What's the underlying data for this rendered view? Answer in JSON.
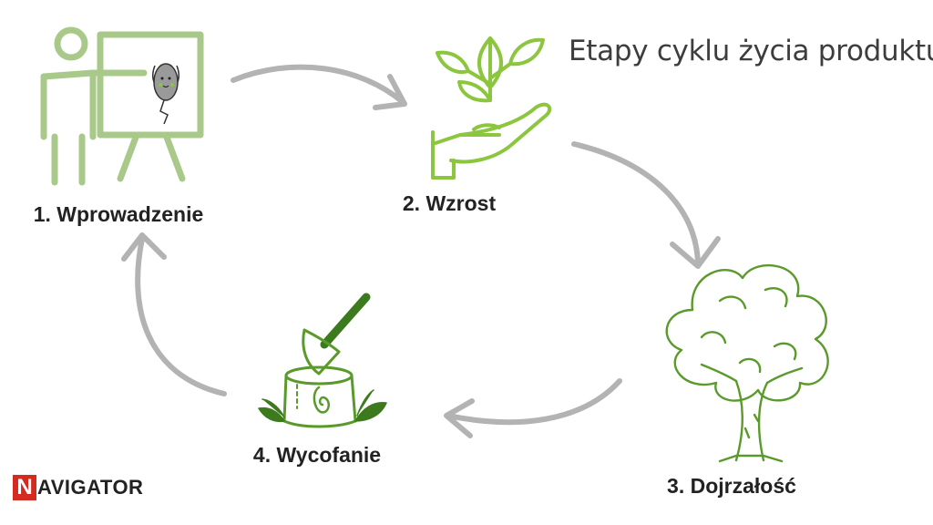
{
  "title": "Etapy cyklu życia produktu",
  "stages": [
    {
      "label": "1. Wprowadzenie",
      "icon": "presentation-board-icon"
    },
    {
      "label": "2. Wzrost",
      "icon": "hand-sprout-icon"
    },
    {
      "label": "3. Dojrzałość",
      "icon": "tree-icon"
    },
    {
      "label": "4. Wycofanie",
      "icon": "axe-stump-icon"
    }
  ],
  "logo": {
    "initial": "N",
    "rest": "AVIGATOR"
  },
  "colors": {
    "light_green": "#a9c98a",
    "green": "#8cc63f",
    "dark_green": "#3c7a1e",
    "arrow_gray": "#b3b3b3",
    "logo_red": "#d42a20"
  }
}
